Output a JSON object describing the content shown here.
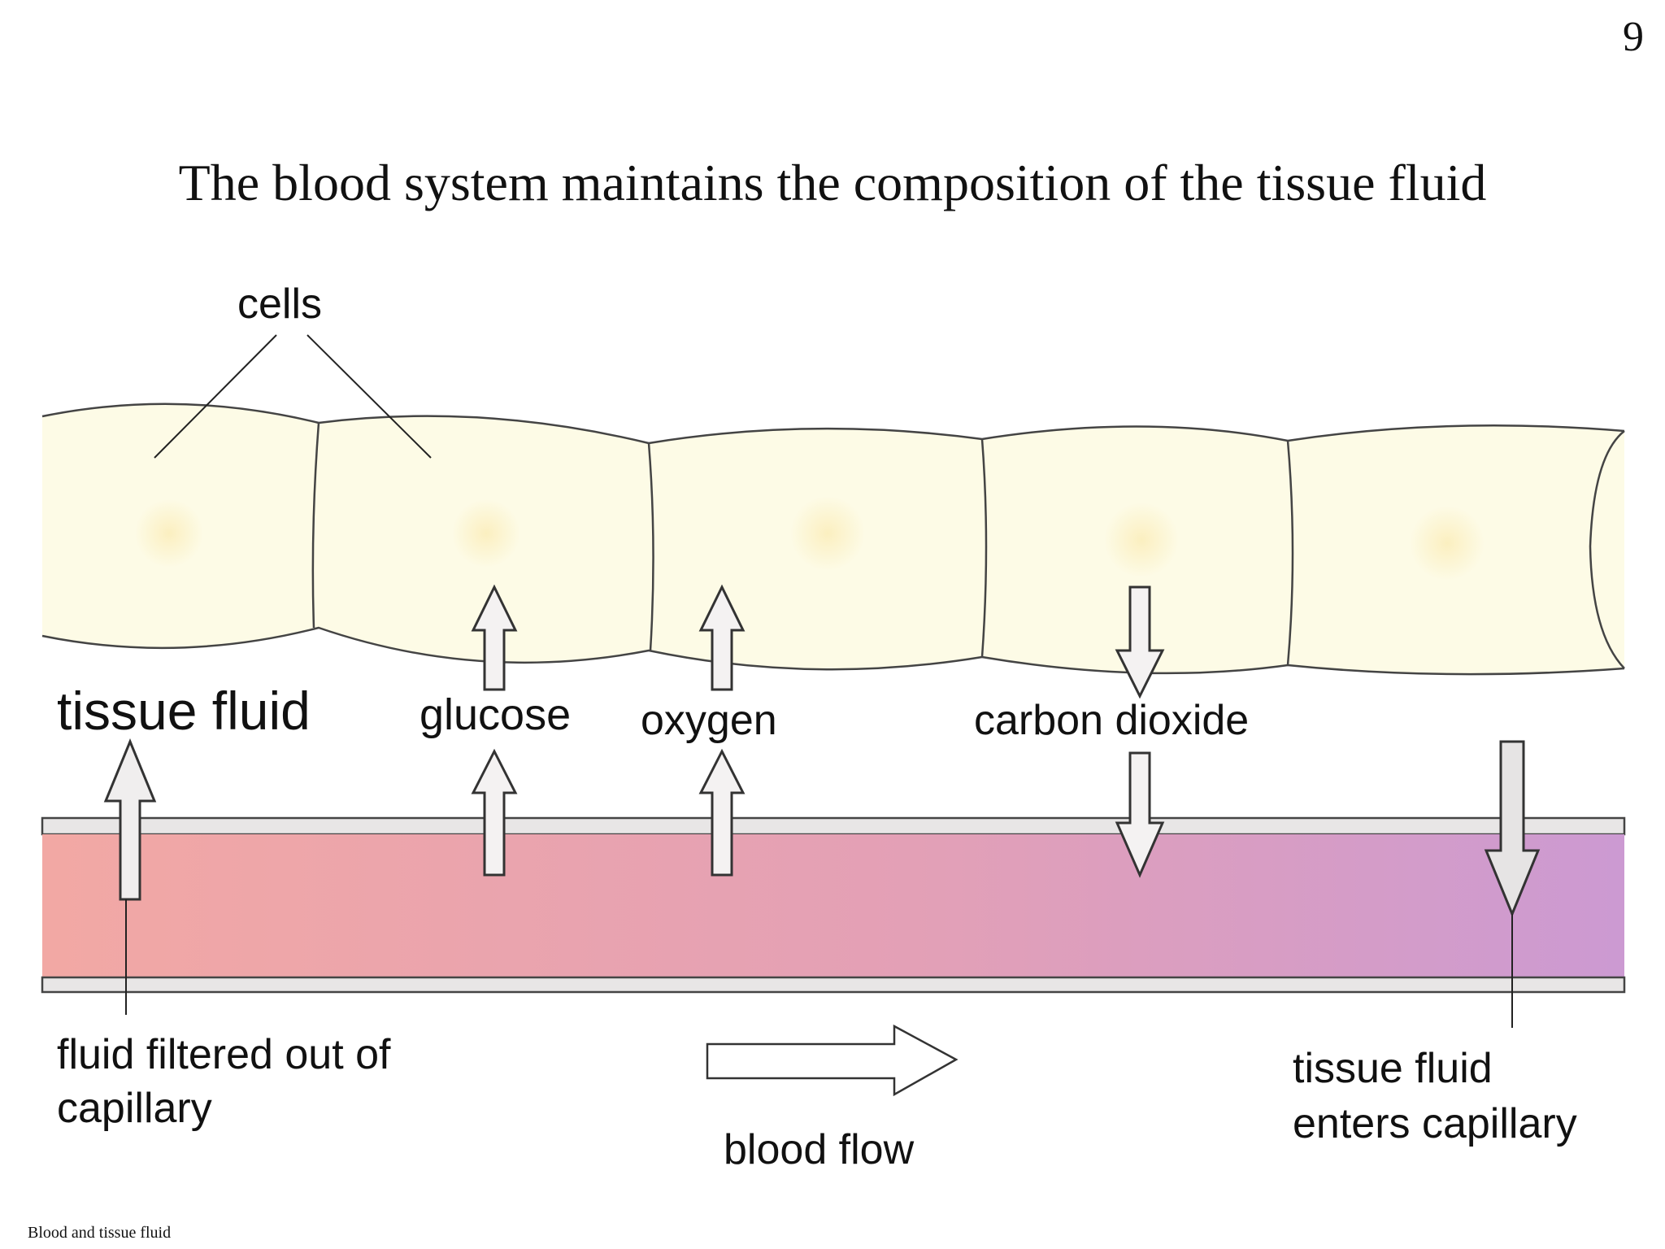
{
  "slide": {
    "number": "9",
    "title": "The blood system maintains the composition of the tissue fluid",
    "footer": "Blood and tissue fluid"
  },
  "diagram": {
    "labels": {
      "cells": "cells",
      "tissue_fluid": "tissue fluid",
      "glucose": "glucose",
      "oxygen": "oxygen",
      "carbon_dioxide": "carbon dioxide",
      "fluid_filtered_line1": "fluid filtered out of",
      "fluid_filtered_line2": "capillary",
      "blood_flow": "blood flow",
      "tissue_fluid_enters_line1": "tissue fluid",
      "tissue_fluid_enters_line2": "enters capillary"
    },
    "colors": {
      "cell_fill": "#FDFBE6",
      "nucleus": "#FBF1C8",
      "capillary_start": "#F2A8A4",
      "capillary_mid": "#E3A0B6",
      "capillary_end": "#CC9AD2",
      "outline": "#444444"
    }
  }
}
